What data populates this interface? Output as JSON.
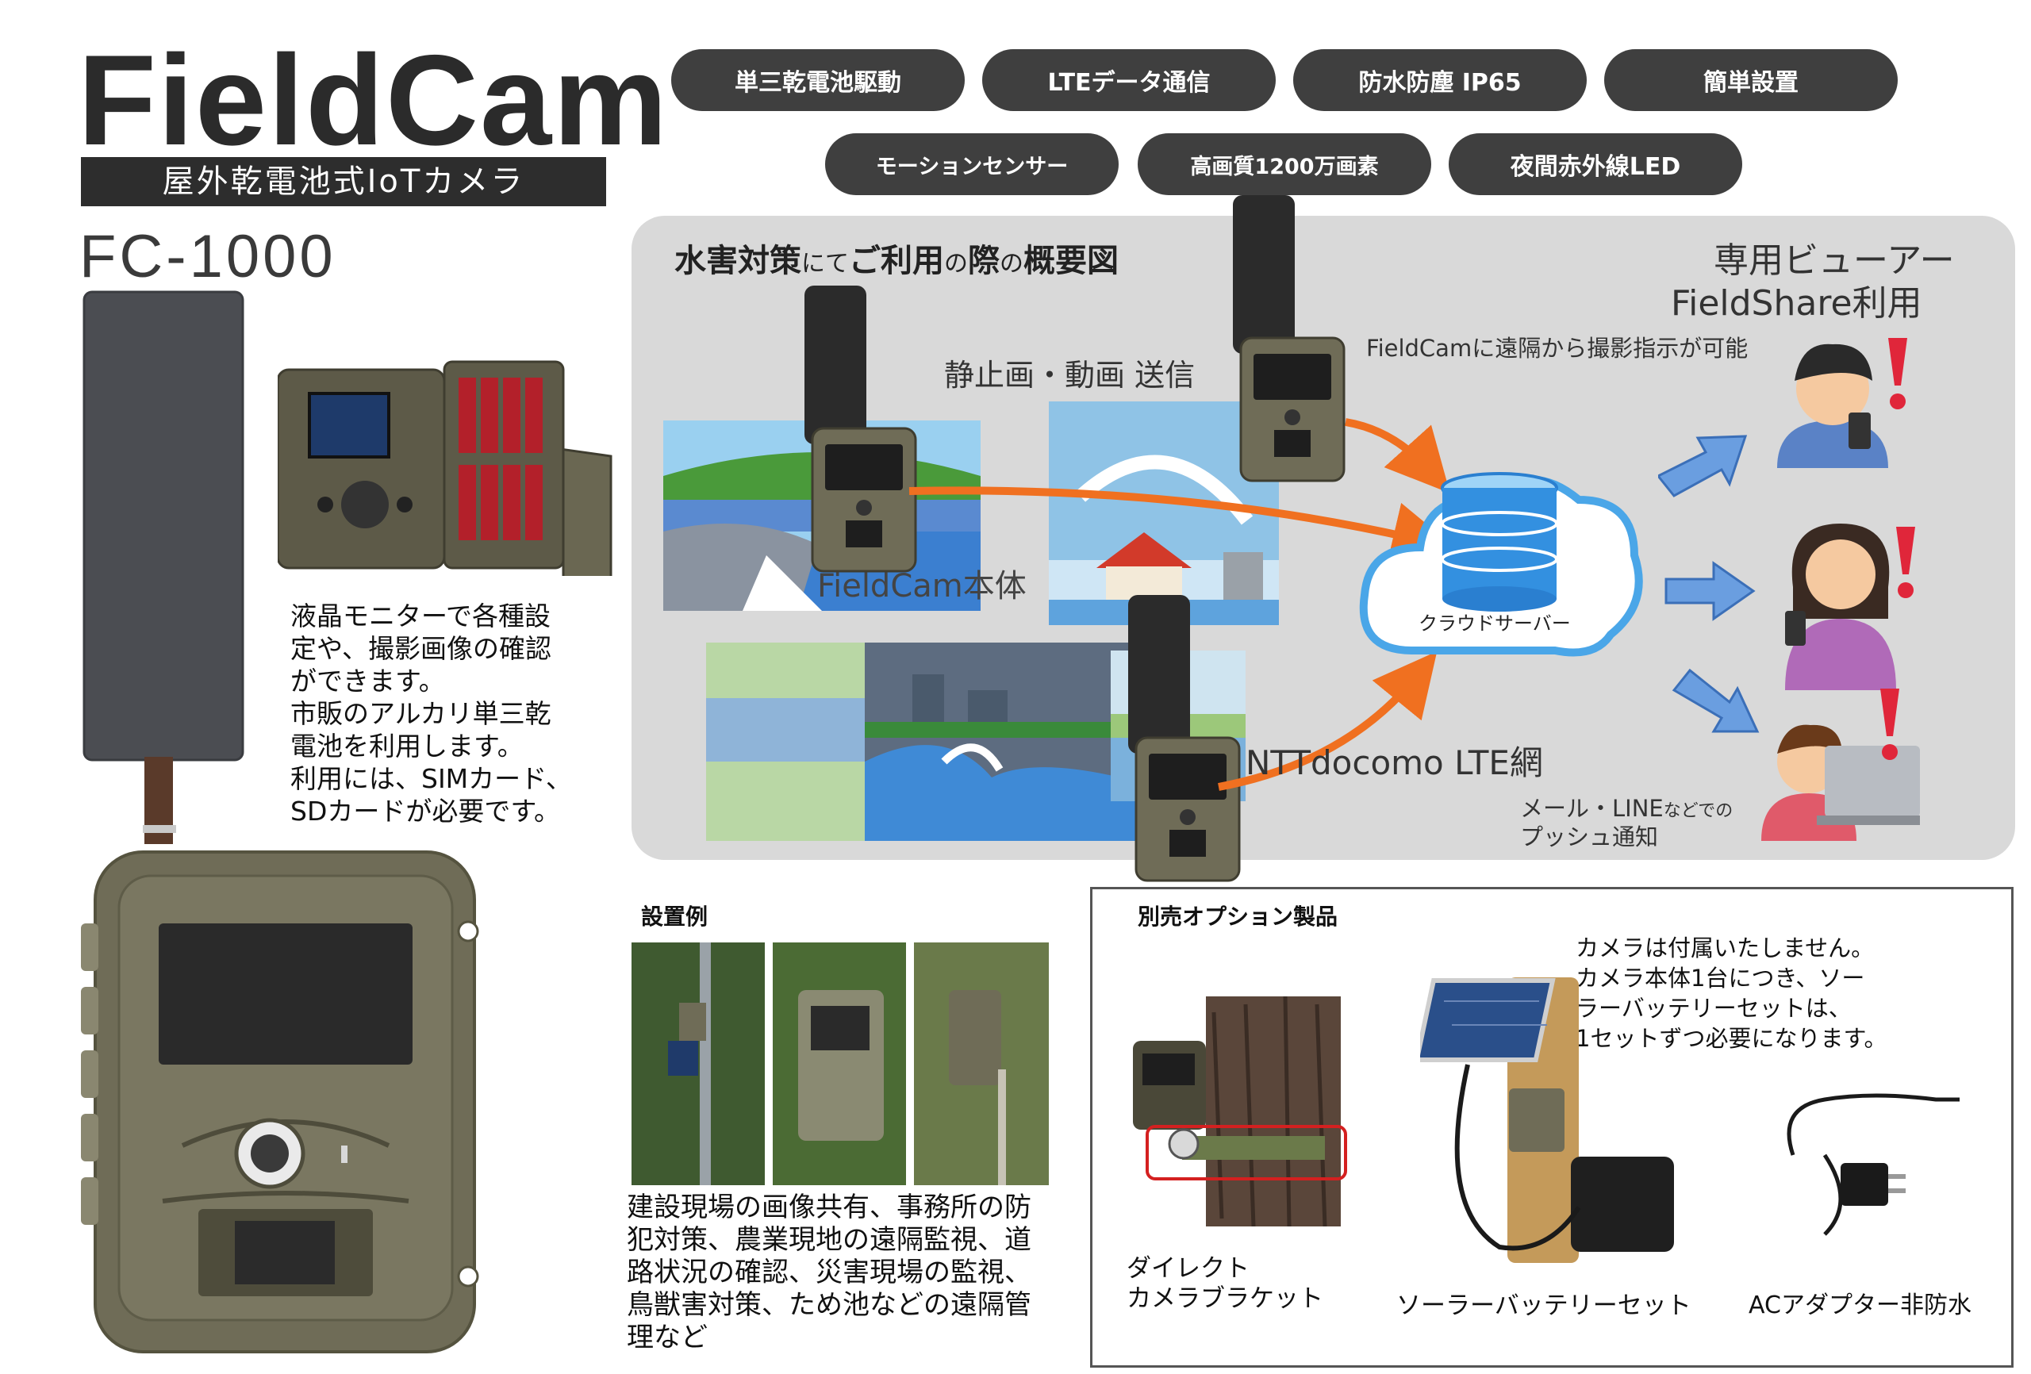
{
  "header": {
    "logo_text": "FieldCam",
    "tagline": "屋外乾電池式IoTカメラ",
    "model": "FC-1000"
  },
  "features": [
    {
      "label": "単三乾電池駆動"
    },
    {
      "label": "LTEデータ通信"
    },
    {
      "label": "防水防塵 IP65"
    },
    {
      "label": "簡単設置"
    },
    {
      "label": "モーションセンサー"
    },
    {
      "label": "高画質1200万画素"
    },
    {
      "label": "夜間赤外線LED"
    }
  ],
  "diagram": {
    "title_part1": "水害対策",
    "title_part2": "にて",
    "title_part3": "ご利用",
    "title_part4": "の",
    "title_part5": "際",
    "title_part6": "の",
    "title_part7": "概要図",
    "still_video": "静止画・動画 送信",
    "camera_body": "FieldCam本体",
    "network": "NTTdocomo LTE網",
    "cloud": "クラウドサーバー",
    "viewer_line1": "専用ビューアー",
    "viewer_line2": "FieldShare利用",
    "remote_note": "FieldCamに遠隔から撮影指示が可能",
    "push_line1_a": "メール・LINE",
    "push_line1_b": "などでの",
    "push_line2": "プッシュ通知"
  },
  "lcd_description": [
    "液晶モニターで各種設",
    "定や、撮影画像の確認",
    "ができます。",
    "市販のアルカリ単三乾",
    "電池を利用します。",
    "利用には、SIMカード、",
    "SDカードが必要です。"
  ],
  "install": {
    "heading": "設置例",
    "description": [
      "建設現場の画像共有、事務所の防",
      "犯対策、農業現地の遠隔監視、道",
      "路状況の確認、災害現場の監視、",
      "鳥獣害対策、ため池などの遠隔管",
      "理など"
    ]
  },
  "options": {
    "heading": "別売オプション製品",
    "note": [
      "カメラは付属いたしません。",
      "カメラ本体1台につき、ソー",
      "ラーバッテリーセットは、",
      "1セットずつ必要になります。"
    ],
    "items": [
      {
        "line1": "ダイレクト",
        "line2": "カメラブラケット"
      },
      {
        "line1": "ソーラーバッテリーセット"
      },
      {
        "line1": "ACアダプター非防水"
      }
    ]
  },
  "colors": {
    "arrow": "#f07020",
    "pill": "#3f3f3f",
    "panel": "#d9d9d9",
    "camera_body": "#6f6c57",
    "blue_arrow": "#5b8fd8",
    "exclaim": "#e0263a"
  }
}
